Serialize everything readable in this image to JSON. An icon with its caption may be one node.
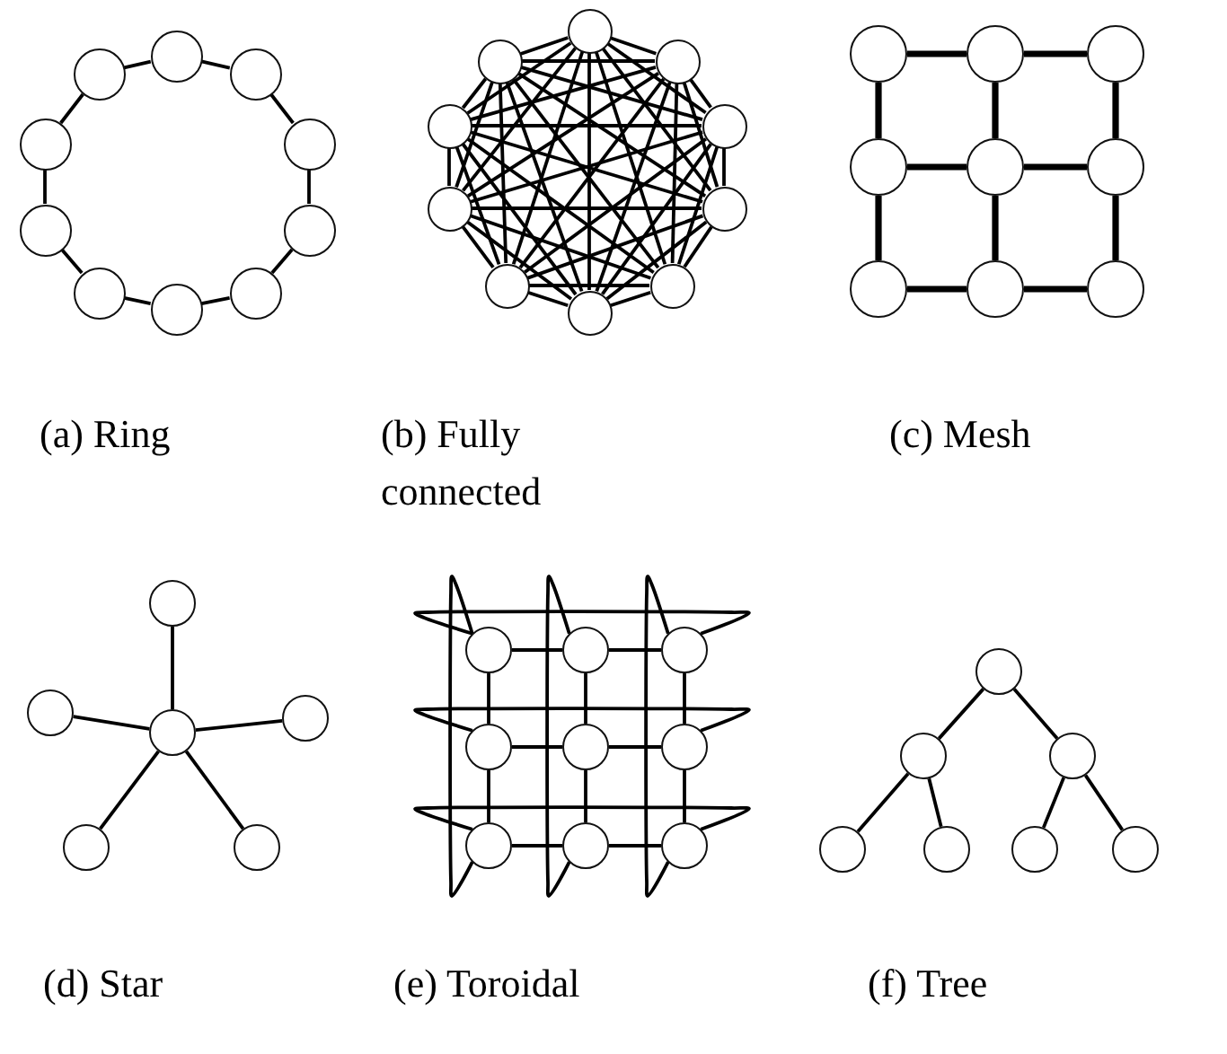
{
  "diagram": {
    "nodes": [
      {
        "text": [],
        "shape": "circle"
      },
      {
        "text": [],
        "shape": "circle"
      },
      {
        "text": [],
        "shape": "circle"
      },
      {
        "text": [],
        "shape": "circle"
      },
      {
        "text": [],
        "shape": "circle"
      },
      {
        "text": [],
        "shape": "circle"
      },
      {
        "text": [],
        "shape": "circle"
      },
      {
        "text": [],
        "shape": "circle"
      },
      {
        "text": [],
        "shape": "circle"
      },
      {
        "text": [],
        "shape": "circle"
      },
      {
        "text": [],
        "shape": "circle"
      },
      {
        "text": [],
        "shape": "circle"
      },
      {
        "text": [],
        "shape": "circle"
      },
      {
        "text": [],
        "shape": "circle"
      },
      {
        "text": [],
        "shape": "circle"
      },
      {
        "text": [],
        "shape": "circle"
      },
      {
        "text": [],
        "shape": "circle"
      },
      {
        "text": [],
        "shape": "circle"
      },
      {
        "text": [],
        "shape": "circle"
      },
      {
        "text": [],
        "shape": "circle"
      },
      {
        "text": [],
        "shape": "circle"
      },
      {
        "text": [],
        "shape": "circle"
      },
      {
        "text": [],
        "shape": "circle"
      },
      {
        "text": [],
        "shape": "circle"
      },
      {
        "text": [],
        "shape": "circle"
      },
      {
        "text": [],
        "shape": "circle"
      },
      {
        "text": [],
        "shape": "circle"
      },
      {
        "text": [],
        "shape": "circle"
      },
      {
        "text": [],
        "shape": "circle"
      },
      {
        "text": [],
        "shape": "circle"
      },
      {
        "text": [],
        "shape": "circle"
      },
      {
        "text": [],
        "shape": "circle"
      },
      {
        "text": [],
        "shape": "circle"
      },
      {
        "text": [],
        "shape": "circle"
      },
      {
        "text": [],
        "shape": "circle"
      },
      {
        "text": [],
        "shape": "circle"
      },
      {
        "text": [],
        "shape": "circle"
      },
      {
        "text": [],
        "shape": "circle"
      },
      {
        "text": [],
        "shape": "circle"
      },
      {
        "text": [],
        "shape": "circle"
      },
      {
        "text": [],
        "shape": "circle"
      },
      {
        "text": [],
        "shape": "circle"
      },
      {
        "text": [],
        "shape": "circle"
      },
      {
        "text": [],
        "shape": "circle"
      },
      {
        "text": [],
        "shape": "circle"
      },
      {
        "text": [],
        "shape": "circle"
      },
      {
        "text": [],
        "shape": "circle"
      },
      {
        "text": [],
        "shape": "circle"
      },
      {
        "text": [],
        "shape": "circle"
      },
      {
        "text": [],
        "shape": "circle"
      },
      {
        "text": [],
        "shape": "circle"
      }
    ],
    "edges": [
      {
        "from": 0,
        "to": 1,
        "arrow": "none"
      },
      {
        "from": 1,
        "to": 2,
        "arrow": "none"
      },
      {
        "from": 2,
        "to": 3,
        "arrow": "none"
      },
      {
        "from": 3,
        "to": 4,
        "arrow": "none"
      },
      {
        "from": 4,
        "to": 5,
        "arrow": "none"
      },
      {
        "from": 5,
        "to": 6,
        "arrow": "none"
      },
      {
        "from": 6,
        "to": 7,
        "arrow": "none"
      },
      {
        "from": 7,
        "to": 8,
        "arrow": "none"
      },
      {
        "from": 8,
        "to": 9,
        "arrow": "none"
      },
      {
        "from": 9,
        "to": 0,
        "arrow": "none"
      },
      {
        "from": 10,
        "to": 11,
        "arrow": "none"
      },
      {
        "from": 10,
        "to": 12,
        "arrow": "none"
      },
      {
        "from": 10,
        "to": 13,
        "arrow": "none"
      },
      {
        "from": 10,
        "to": 14,
        "arrow": "none"
      },
      {
        "from": 10,
        "to": 15,
        "arrow": "none"
      },
      {
        "from": 10,
        "to": 16,
        "arrow": "none"
      },
      {
        "from": 10,
        "to": 17,
        "arrow": "none"
      },
      {
        "from": 10,
        "to": 18,
        "arrow": "none"
      },
      {
        "from": 10,
        "to": 19,
        "arrow": "none"
      },
      {
        "from": 11,
        "to": 12,
        "arrow": "none"
      },
      {
        "from": 11,
        "to": 13,
        "arrow": "none"
      },
      {
        "from": 11,
        "to": 14,
        "arrow": "none"
      },
      {
        "from": 11,
        "to": 15,
        "arrow": "none"
      },
      {
        "from": 11,
        "to": 16,
        "arrow": "none"
      },
      {
        "from": 11,
        "to": 17,
        "arrow": "none"
      },
      {
        "from": 11,
        "to": 18,
        "arrow": "none"
      },
      {
        "from": 11,
        "to": 19,
        "arrow": "none"
      },
      {
        "from": 12,
        "to": 13,
        "arrow": "none"
      },
      {
        "from": 12,
        "to": 14,
        "arrow": "none"
      },
      {
        "from": 12,
        "to": 15,
        "arrow": "none"
      },
      {
        "from": 12,
        "to": 16,
        "arrow": "none"
      },
      {
        "from": 12,
        "to": 17,
        "arrow": "none"
      },
      {
        "from": 12,
        "to": 18,
        "arrow": "none"
      },
      {
        "from": 12,
        "to": 19,
        "arrow": "none"
      },
      {
        "from": 13,
        "to": 14,
        "arrow": "none"
      },
      {
        "from": 13,
        "to": 15,
        "arrow": "none"
      },
      {
        "from": 13,
        "to": 16,
        "arrow": "none"
      },
      {
        "from": 13,
        "to": 17,
        "arrow": "none"
      },
      {
        "from": 13,
        "to": 18,
        "arrow": "none"
      },
      {
        "from": 13,
        "to": 19,
        "arrow": "none"
      },
      {
        "from": 14,
        "to": 15,
        "arrow": "none"
      },
      {
        "from": 14,
        "to": 16,
        "arrow": "none"
      },
      {
        "from": 14,
        "to": 17,
        "arrow": "none"
      },
      {
        "from": 14,
        "to": 18,
        "arrow": "none"
      },
      {
        "from": 14,
        "to": 19,
        "arrow": "none"
      },
      {
        "from": 15,
        "to": 16,
        "arrow": "none"
      },
      {
        "from": 15,
        "to": 17,
        "arrow": "none"
      },
      {
        "from": 15,
        "to": 18,
        "arrow": "none"
      },
      {
        "from": 15,
        "to": 19,
        "arrow": "none"
      },
      {
        "from": 16,
        "to": 17,
        "arrow": "none"
      },
      {
        "from": 16,
        "to": 18,
        "arrow": "none"
      },
      {
        "from": 16,
        "to": 19,
        "arrow": "none"
      },
      {
        "from": 17,
        "to": 18,
        "arrow": "none"
      },
      {
        "from": 17,
        "to": 19,
        "arrow": "none"
      },
      {
        "from": 18,
        "to": 19,
        "arrow": "none"
      },
      {
        "from": 20,
        "to": 21,
        "arrow": "none",
        "style": "thick"
      },
      {
        "from": 21,
        "to": 22,
        "arrow": "none",
        "style": "thick"
      },
      {
        "from": 23,
        "to": 24,
        "arrow": "none",
        "style": "thick"
      },
      {
        "from": 24,
        "to": 25,
        "arrow": "none",
        "style": "thick"
      },
      {
        "from": 26,
        "to": 27,
        "arrow": "none",
        "style": "thick"
      },
      {
        "from": 27,
        "to": 28,
        "arrow": "none",
        "style": "thick"
      },
      {
        "from": 20,
        "to": 23,
        "arrow": "none",
        "style": "thick"
      },
      {
        "from": 23,
        "to": 26,
        "arrow": "none",
        "style": "thick"
      },
      {
        "from": 21,
        "to": 24,
        "arrow": "none",
        "style": "thick"
      },
      {
        "from": 24,
        "to": 27,
        "arrow": "none",
        "style": "thick"
      },
      {
        "from": 22,
        "to": 25,
        "arrow": "none",
        "style": "thick"
      },
      {
        "from": 25,
        "to": 28,
        "arrow": "none",
        "style": "thick"
      },
      {
        "from": 31,
        "to": 29,
        "arrow": "none"
      },
      {
        "from": 31,
        "to": 30,
        "arrow": "none"
      },
      {
        "from": 31,
        "to": 32,
        "arrow": "none"
      },
      {
        "from": 31,
        "to": 33,
        "arrow": "none"
      },
      {
        "from": 31,
        "to": 34,
        "arrow": "none"
      },
      {
        "from": 35,
        "to": 36,
        "arrow": "none"
      },
      {
        "from": 36,
        "to": 37,
        "arrow": "none"
      },
      {
        "from": 38,
        "to": 39,
        "arrow": "none"
      },
      {
        "from": 39,
        "to": 40,
        "arrow": "none"
      },
      {
        "from": 41,
        "to": 42,
        "arrow": "none"
      },
      {
        "from": 42,
        "to": 43,
        "arrow": "none"
      },
      {
        "from": 35,
        "to": 38,
        "arrow": "none"
      },
      {
        "from": 38,
        "to": 41,
        "arrow": "none"
      },
      {
        "from": 36,
        "to": 39,
        "arrow": "none"
      },
      {
        "from": 39,
        "to": 42,
        "arrow": "none"
      },
      {
        "from": 37,
        "to": 40,
        "arrow": "none"
      },
      {
        "from": 40,
        "to": 43,
        "arrow": "none"
      },
      {
        "from": 35,
        "to": 37,
        "arrow": "none"
      },
      {
        "from": 38,
        "to": 40,
        "arrow": "none"
      },
      {
        "from": 41,
        "to": 43,
        "arrow": "none"
      },
      {
        "from": 35,
        "to": 41,
        "arrow": "none"
      },
      {
        "from": 36,
        "to": 42,
        "arrow": "none"
      },
      {
        "from": 37,
        "to": 43,
        "arrow": "none"
      },
      {
        "from": 44,
        "to": 45,
        "arrow": "none"
      },
      {
        "from": 44,
        "to": 46,
        "arrow": "none"
      },
      {
        "from": 45,
        "to": 47,
        "arrow": "none"
      },
      {
        "from": 45,
        "to": 48,
        "arrow": "none"
      },
      {
        "from": 46,
        "to": 49,
        "arrow": "none"
      },
      {
        "from": 46,
        "to": 50,
        "arrow": "none"
      }
    ],
    "labels": [
      "(a) Ring",
      "(b) Fully connected",
      "(c) Mesh",
      "(d) Star",
      "(e) Toroidal",
      "(f) Tree"
    ]
  }
}
